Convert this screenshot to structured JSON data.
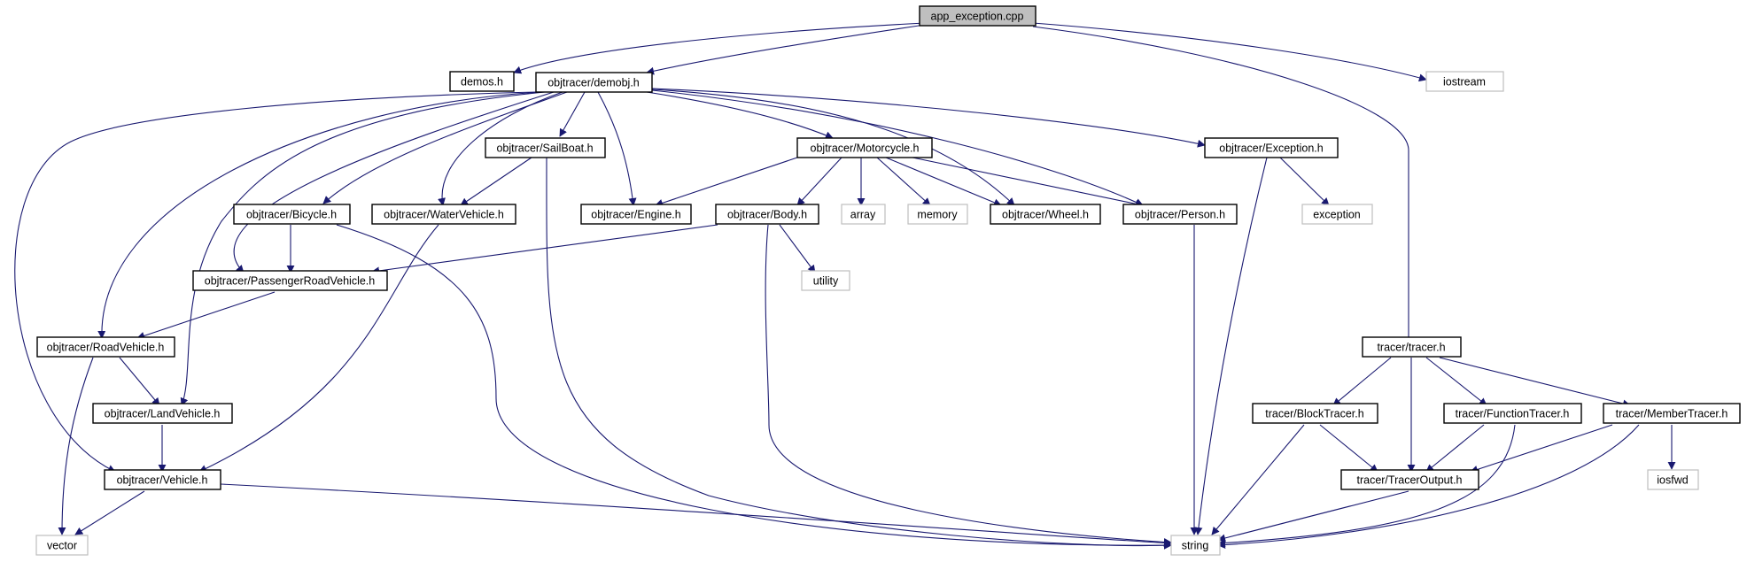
{
  "colors": {
    "edge": "#191970",
    "root_fill": "#bfbfbf",
    "external_border": "#bfbfbf"
  },
  "nodes": {
    "app_exception": "app_exception.cpp",
    "demos": "demos.h",
    "demobj": "objtracer/demobj.h",
    "iostream": "iostream",
    "sailboat": "objtracer/SailBoat.h",
    "motorcycle": "objtracer/Motorcycle.h",
    "exception_h": "objtracer/Exception.h",
    "bicycle": "objtracer/Bicycle.h",
    "watervehicle": "objtracer/WaterVehicle.h",
    "engine": "objtracer/Engine.h",
    "body": "objtracer/Body.h",
    "array": "array",
    "memory": "memory",
    "wheel": "objtracer/Wheel.h",
    "person": "objtracer/Person.h",
    "exception": "exception",
    "passenger": "objtracer/PassengerRoadVehicle.h",
    "utility": "utility",
    "roadvehicle": "objtracer/RoadVehicle.h",
    "landvehicle": "objtracer/LandVehicle.h",
    "vehicle": "objtracer/Vehicle.h",
    "vector": "vector",
    "string": "string",
    "tracer": "tracer/tracer.h",
    "blocktracer": "tracer/BlockTracer.h",
    "functiontracer": "tracer/FunctionTracer.h",
    "membertracer": "tracer/MemberTracer.h",
    "traceroutput": "tracer/TracerOutput.h",
    "iosfwd": "iosfwd"
  }
}
